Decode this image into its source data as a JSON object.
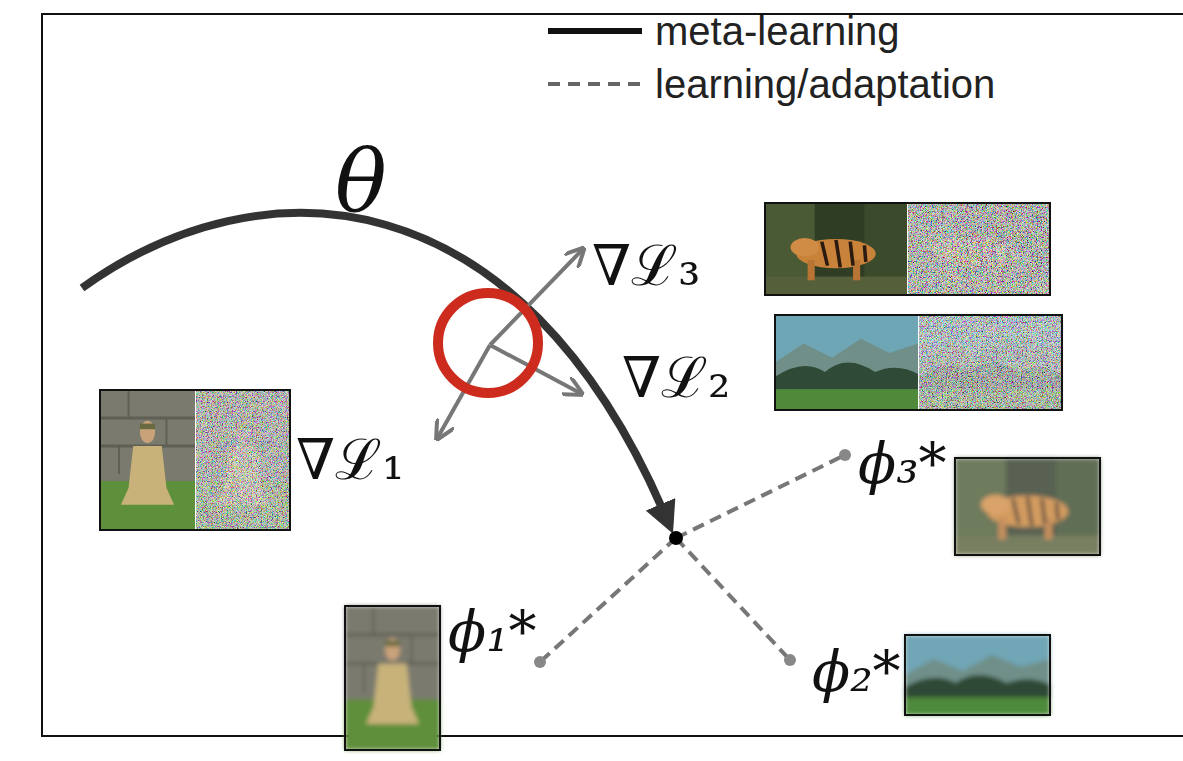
{
  "diagram": {
    "labels": [
      "θ",
      "∇ℒ₃",
      "∇ℒ₂",
      "∇ℒ₁",
      "ϕ₃*",
      "ϕ₁*",
      "ϕ₂*"
    ],
    "legend": [
      {
        "text": "meta-learning"
      },
      {
        "text": "learning/adaptation"
      }
    ]
  }
}
